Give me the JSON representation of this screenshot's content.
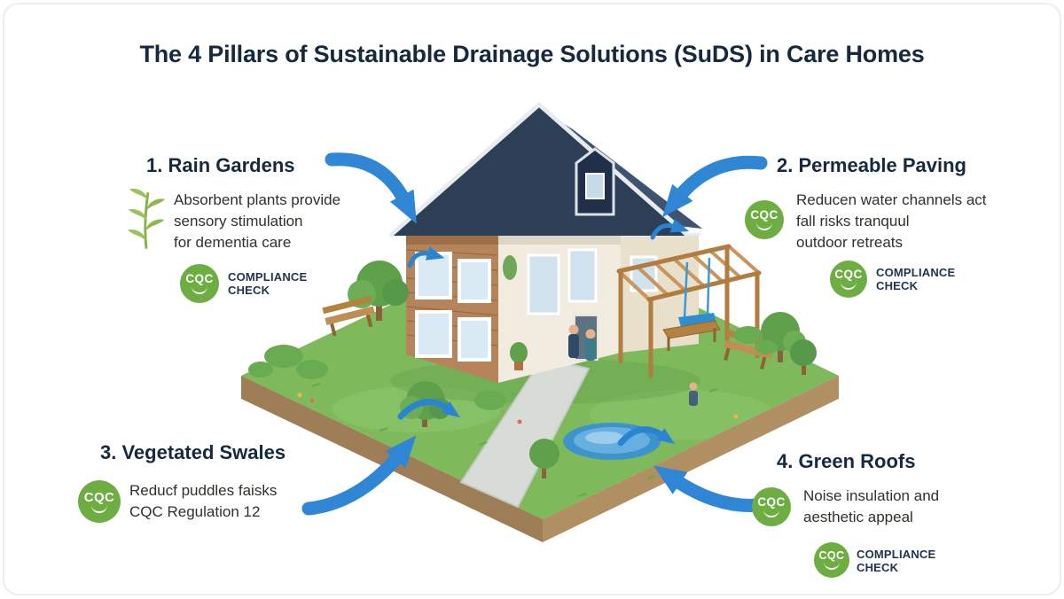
{
  "title": "The 4 Pillars of Sustainable Drainage Solutions (SuDS) in Care Homes",
  "pillars": [
    {
      "heading": "1. Rain Gardens",
      "lines": [
        "Absorbent plants provide",
        "sensory stimulation",
        "for dementia care"
      ],
      "badge": "CQC",
      "compliance": {
        "line1": "COMPLIANCE",
        "line2": "CHECK"
      }
    },
    {
      "heading": "2. Permeable Paving",
      "lines": [
        "Reducen water channels act",
        "fall risks tranquul",
        "outdoor retreats"
      ],
      "badge": "CQC",
      "compliance": {
        "line1": "COMPLIANCE",
        "line2": "CHECK"
      }
    },
    {
      "heading": "3. Vegetated Swales",
      "lines": [
        "Reducf puddles faisks",
        "CQC Regulation 12"
      ],
      "badge": "CQC"
    },
    {
      "heading": "4. Green Roofs",
      "lines": [
        "Noise insulation and",
        "aesthetic appeal"
      ],
      "badge": "CQC",
      "compliance": {
        "line1": "COMPLIANCE",
        "line2": "CHECK"
      }
    }
  ],
  "icons": {
    "plant": "plant-icon",
    "cqc_smile": "smile-icon",
    "callout_arrow": "curved-arrow-icon",
    "flow_arrow": "small-flow-arrow-icon"
  },
  "colors": {
    "title_navy": "#16293e",
    "arrow_blue": "#2e86d4",
    "badge_green": "#6dad41",
    "grass_green": "#7eba5c",
    "roof_navy": "#2c3f57",
    "wood_brown": "#b5845a",
    "pond_blue": "#3f93cc"
  }
}
